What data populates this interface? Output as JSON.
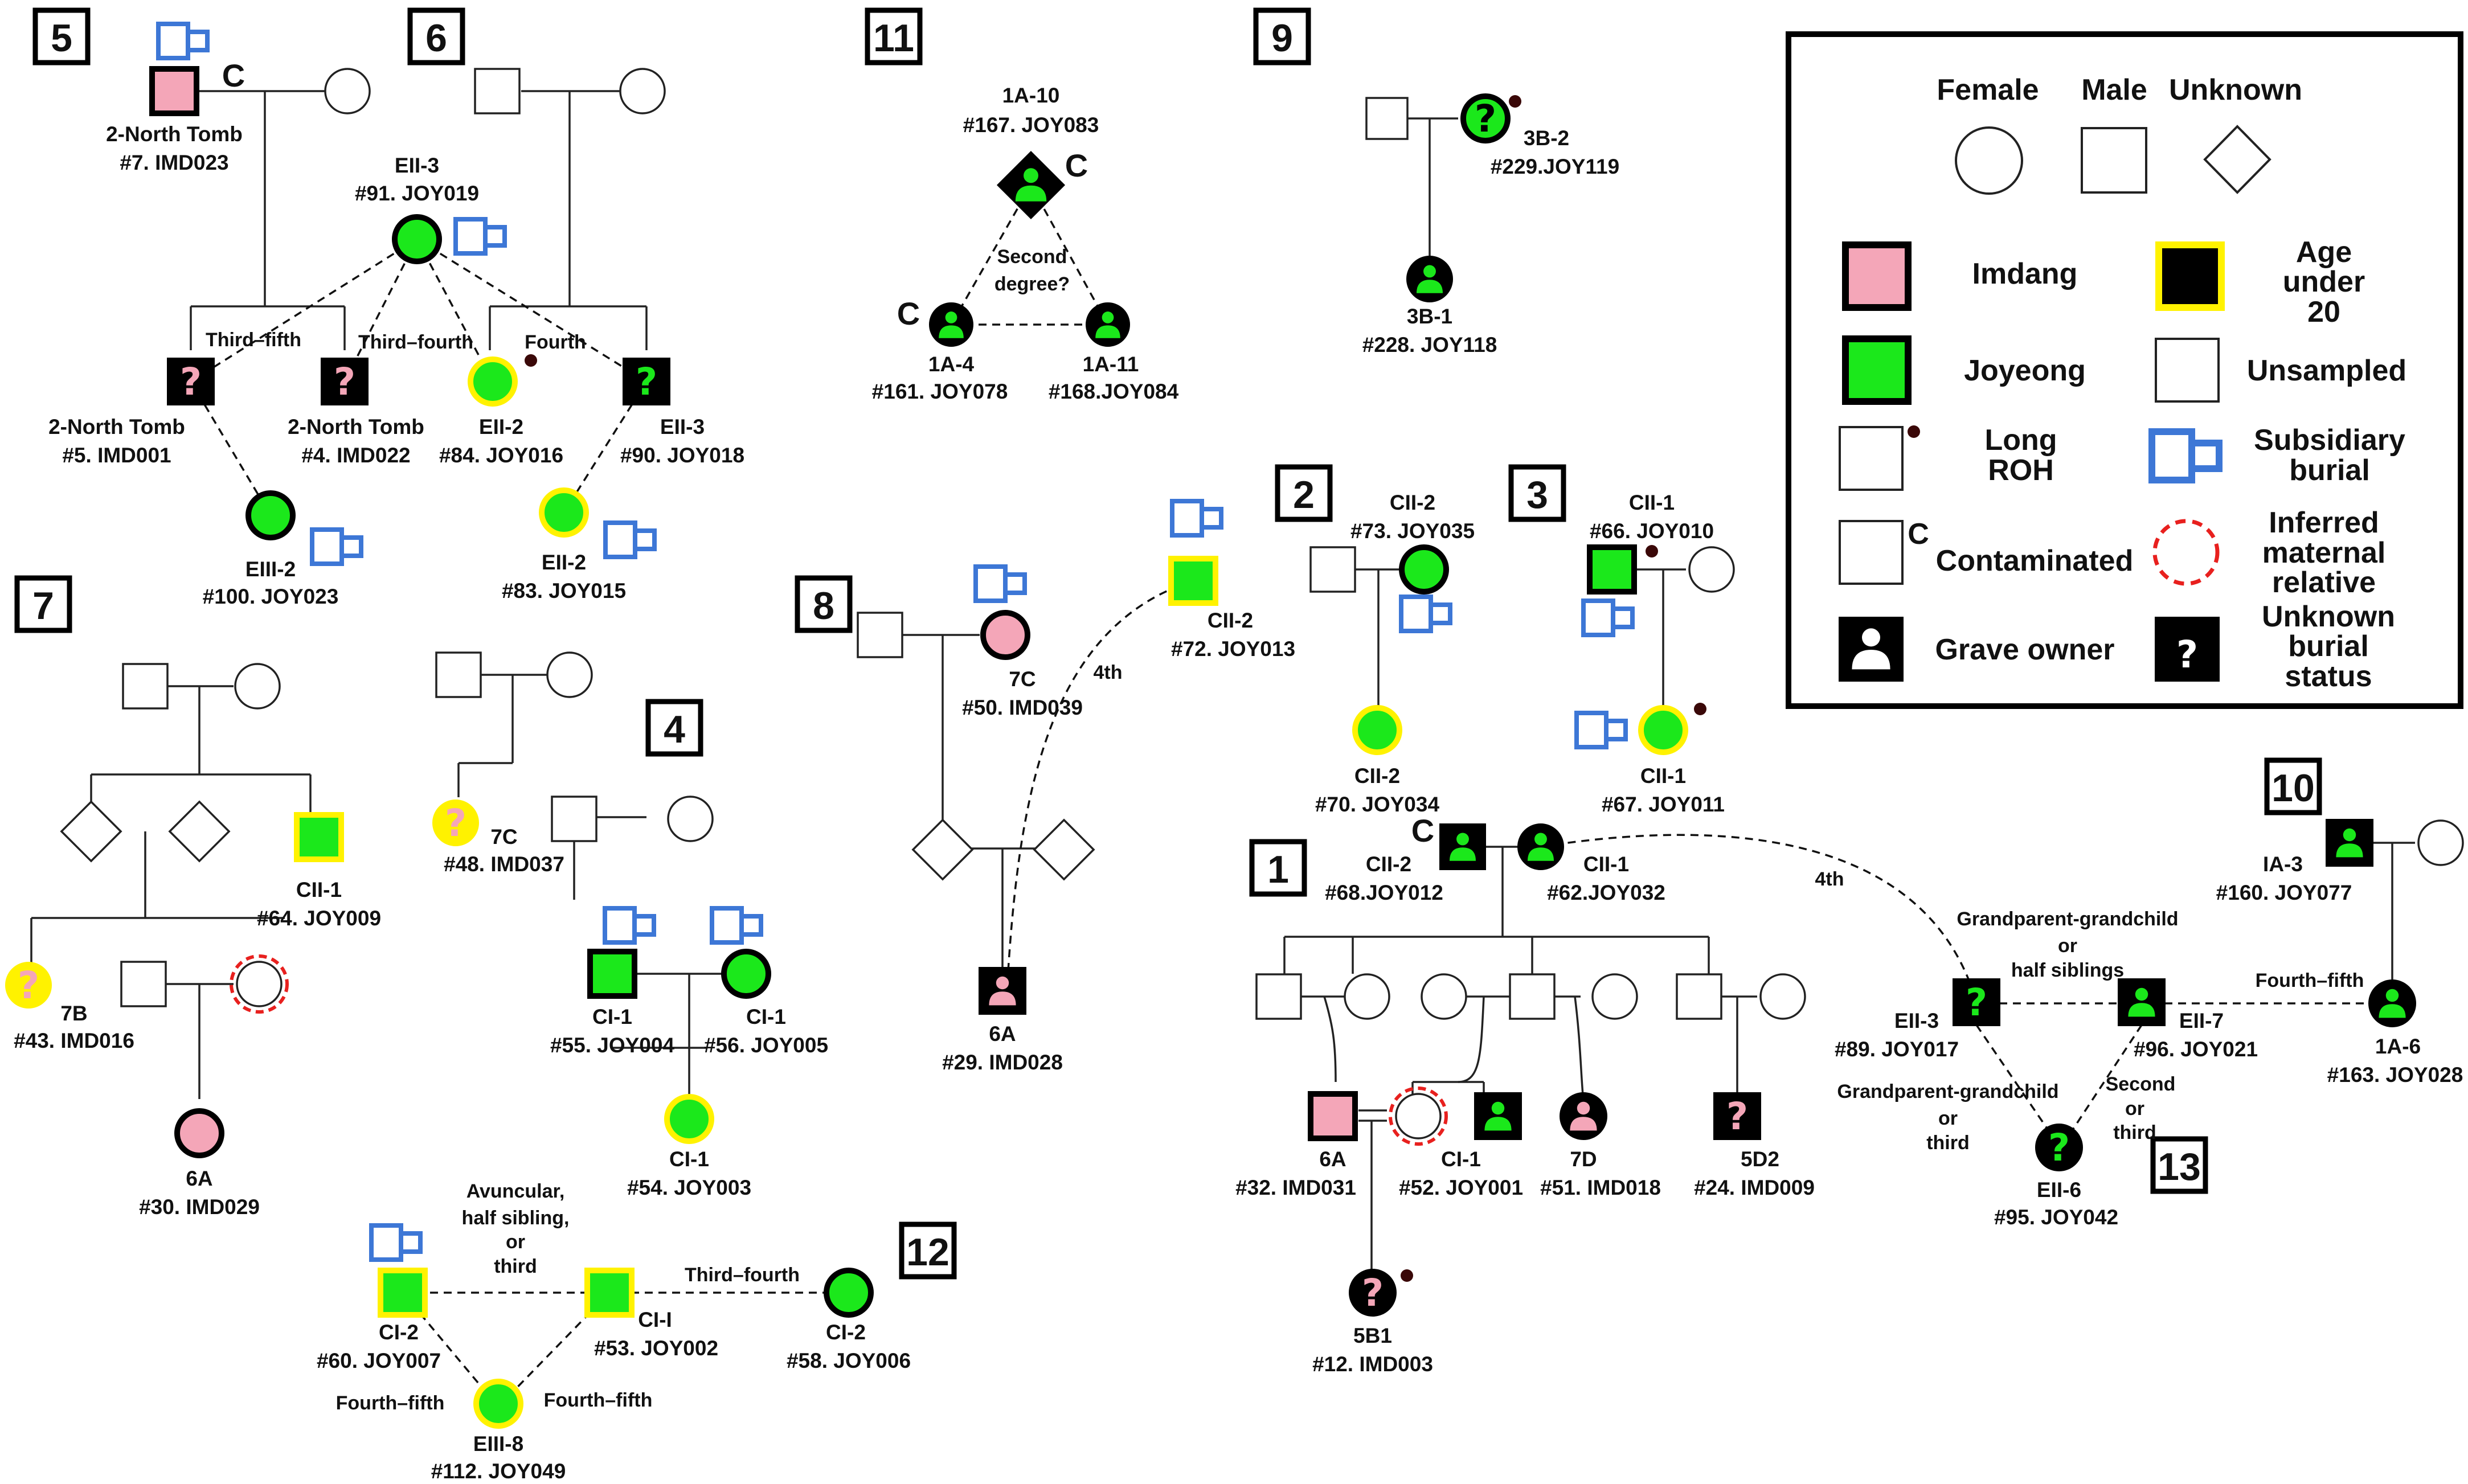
{
  "colors": {
    "imdang": "#f4a6b8",
    "joyeong": "#1be81b",
    "under20": "#fff200",
    "black": "#000000",
    "burial": "#3d77d6",
    "inferred": "#e8201e",
    "roh": "#3a0808"
  },
  "family_numbers": [
    "5",
    "6",
    "11",
    "9",
    "7",
    "4",
    "8",
    "2",
    "3",
    "1",
    "10",
    "12",
    "13"
  ],
  "symbol_labels": {
    "c": "C",
    "qmark": "?",
    "ped5_a": "2-North Tomb",
    "ped5_b": "#7. IMD023",
    "ped6_eii3_a": "EII-3",
    "ped6_eii3_b": "#91. JOY019",
    "tomb5_a": "2-North Tomb",
    "tomb5_b": "#5. IMD001",
    "tomb4_a": "2-North Tomb",
    "tomb4_b": "#4. IMD022",
    "eii2_a": "EII-2",
    "eii2_b": "#84. JOY016",
    "eii3b_a": "EII-3",
    "eii3b_b": "#90. JOY018",
    "eiii2_a": "EIII-2",
    "eiii2_b": "#100. JOY023",
    "eii2b_a": "EII-2",
    "eii2b_b": "#83. JOY015",
    "a110_a": "1A-10",
    "a110_b": "#167. JOY083",
    "a14_a": "1A-4",
    "a14_b": "#161. JOY078",
    "a111_a": "1A-11",
    "a111_b": "#168.JOY084",
    "b32_a": "3B-2",
    "b32_b": "#229.JOY119",
    "b31_a": "3B-1",
    "b31_b": "#228. JOY118",
    "cii1_64_a": "CII-1",
    "cii1_64_b": "#64. JOY009",
    "b7_a": "7B",
    "b7_b": "#43. IMD016",
    "a6_30_a": "6A",
    "a6_30_b": "#30. IMD029",
    "c7_48_a": "7C",
    "c7_48_b": "#48. IMD037",
    "ci1_55_a": "CI-1",
    "ci1_55_b": "#55. JOY004",
    "ci1_56_a": "CI-1",
    "ci1_56_b": "#56. JOY005",
    "ci1_54_a": "CI-1",
    "ci1_54_b": "#54. JOY003",
    "c7_50_a": "7C",
    "c7_50_b": "#50. IMD039",
    "cii2_72_a": "CII-2",
    "cii2_72_b": "#72. JOY013",
    "a6_29_a": "6A",
    "a6_29_b": "#29. IMD028",
    "cii2_73_a": "CII-2",
    "cii2_73_b": "#73. JOY035",
    "cii2_70_a": "CII-2",
    "cii2_70_b": "#70. JOY034",
    "cii1_66_a": "CII-1",
    "cii1_66_b": "#66. JOY010",
    "cii1_67_a": "CII-1",
    "cii1_67_b": "#67. JOY011",
    "cii2_68_a": "CII-2",
    "cii2_68_b": "#68.JOY012",
    "cii1_62_a": "CII-1",
    "cii1_62_b": "#62.JOY032",
    "a6_32_a": "6A",
    "a6_32_b": "#32. IMD031",
    "ci1_52_a": "CI-1",
    "ci1_52_b": "#52. JOY001",
    "d7_51_a": "7D",
    "d7_51_b": "#51. IMD018",
    "d52_24_a": "5D2",
    "d52_24_b": "#24. IMD009",
    "b51_12_a": "5B1",
    "b51_12_b": "#12. IMD003",
    "ia3_a": "IA-3",
    "ia3_b": "#160. JOY077",
    "eii3_89_a": "EII-3",
    "eii3_89_b": "#89. JOY017",
    "eii7_a": "EII-7",
    "eii7_b": "#96. JOY021",
    "a16_a": "1A-6",
    "a16_b": "#163. JOY028",
    "eii6_a": "EII-6",
    "eii6_b": "#95. JOY042",
    "ci2_60_a": "CI-2",
    "ci2_60_b": "#60. JOY007",
    "ci_53_a": "CI-I",
    "ci_53_b": "#53. JOY002",
    "ci2_58_a": "CI-2",
    "ci2_58_b": "#58. JOY006",
    "eiii8_a": "EIII-8",
    "eiii8_b": "#112. JOY049"
  },
  "relation_labels": {
    "third_fifth": "Third–fifth",
    "third_fourth_1": "Third–fourth",
    "fourth": "Fourth",
    "second_degree_a": "Second",
    "second_degree_b": "degree?",
    "fourth_th_8": "4th",
    "fourth_th_1": "4th",
    "gp_half_a": "Grandparent-grandchild",
    "gp_half_b": "or",
    "gp_half_c": "half siblings",
    "fourth_fifth_10": "Fourth–fifth",
    "gp_third_a": "Grandparent-grandchild",
    "gp_third_b": "or",
    "gp_third_c": "third",
    "second_third_a": "Second",
    "second_third_b": "or",
    "second_third_c": "third",
    "avunc_a": "Avuncular,",
    "avunc_b": "half sibling,",
    "avunc_c": "or",
    "avunc_d": "third",
    "third_fourth_12": "Third–fourth",
    "fourth_fifth_12a": "Fourth–fifth",
    "fourth_fifth_12b": "Fourth–fifth"
  },
  "legend": {
    "female": "Female",
    "male": "Male",
    "unknown": "Unknown",
    "imdang": "Imdang",
    "age_a": "Age",
    "age_b": "under",
    "age_c": "20",
    "joyeong": "Joyeong",
    "unsampled": "Unsampled",
    "roh_a": "Long",
    "roh_b": "ROH",
    "subsidiary_a": "Subsidiary",
    "subsidiary_b": "burial",
    "contaminated": "Contaminated",
    "c": "C",
    "inferred_a": "Inferred",
    "inferred_b": "maternal",
    "inferred_c": "relative",
    "grave_owner": "Grave owner",
    "unknown_burial_a": "Unknown",
    "unknown_burial_b": "burial",
    "unknown_burial_c": "status",
    "qmark": "?"
  }
}
